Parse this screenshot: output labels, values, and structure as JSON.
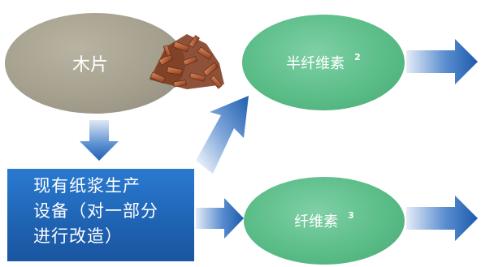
{
  "nodes": {
    "wood_chips": "木片",
    "hemicellulose": "半纤维素",
    "hemicellulose_note": "2",
    "cellulose": "纤维素",
    "cellulose_note": "3",
    "equipment_line1": "现有纸浆生产",
    "equipment_line2": "设备（对一部分",
    "equipment_line3": "进行改造）"
  },
  "colors": {
    "wood_ellipse": "#a59f8e",
    "green_ellipse": "#5bbd88",
    "arrow_blue": "#1f5fb0",
    "box_blue": "#1f62b2"
  },
  "icons": {
    "wood_chips_image": "wood-chips-pile"
  }
}
